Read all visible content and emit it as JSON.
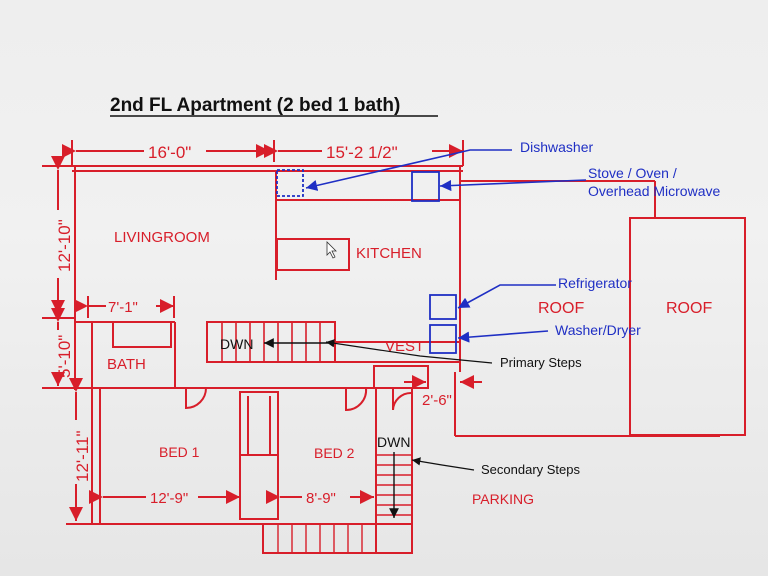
{
  "title": "2nd FL Apartment (2 bed 1 bath)",
  "colors": {
    "plan": "#d81e2a",
    "annotation": "#1f2fc4",
    "text": "#111111",
    "background": "#eeeeee"
  },
  "rooms": {
    "livingroom": "LIVINGROOM",
    "kitchen": "KITCHEN",
    "bath": "BATH",
    "vest": "VEST",
    "bed1": "BED 1",
    "bed2": "BED 2",
    "roof1": "ROOF",
    "roof2": "ROOF",
    "parking": "PARKING"
  },
  "dimensions": {
    "top_left": "16'-0\"",
    "top_right": "15'-2 1/2\"",
    "left_upper": "12'-10\"",
    "left_middle": "5'-10\"",
    "left_lower": "12'-11\"",
    "bath_width": "7'-1\"",
    "bed1_width": "12'-9\"",
    "bed2_width": "8'-9\"",
    "door_width": "2'-6\""
  },
  "stairs": {
    "primary_label": "DWN",
    "secondary_label": "DWN"
  },
  "annotations": {
    "dishwasher": "Dishwasher",
    "stove_line1": "Stove / Oven /",
    "stove_line2": "Overhead Microwave",
    "refrigerator": "Refrigerator",
    "washer_dryer": "Washer/Dryer",
    "primary_steps": "Primary Steps",
    "secondary_steps": "Secondary Steps"
  }
}
